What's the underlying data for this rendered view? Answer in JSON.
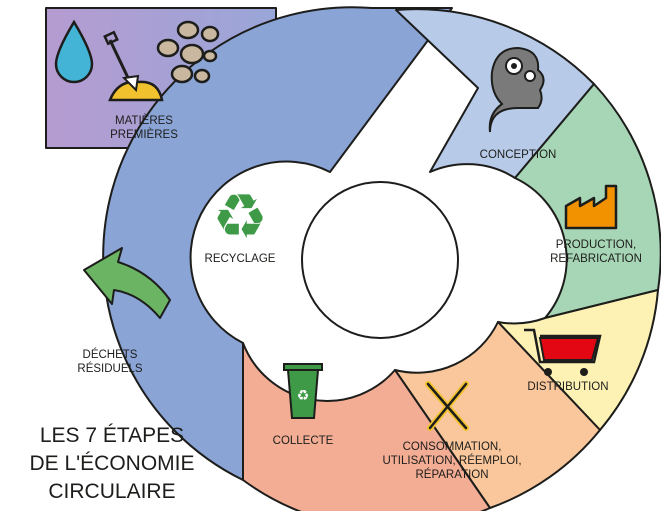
{
  "raw_materials": {
    "line1": "MATIÈRES",
    "line2": "PREMIÈRES"
  },
  "stages": {
    "conception": "CONCEPTION",
    "production": {
      "line1": "PRODUCTION,",
      "line2": "REFABRICATION"
    },
    "distribution": "DISTRIBUTION",
    "consommation": {
      "line1": "CONSOMMATION,",
      "line2": "UTILISATION, RÉEMPLOI,",
      "line3": "RÉPARATION"
    },
    "collecte": "COLLECTE",
    "recyclage": "RECYCLAGE"
  },
  "waste": {
    "line1": "DÉCHETS",
    "line2": "RÉSIDUELS"
  },
  "title": {
    "line1": "LES 7 ÉTAPES",
    "line2": "DE L'ÉCONOMIE",
    "line3": "CIRCULAIRE"
  },
  "colors": {
    "raw_materials": "#b59bd0",
    "conception": "#b7cbe9",
    "production": "#a7d6b6",
    "distribution": "#fdf2b4",
    "consommation": "#f9c79b",
    "collecte": "#f3ad94",
    "recyclage": "#8aa4d6",
    "recycle_icon": "#3f9a47",
    "waste_arrow": "#6bb463"
  },
  "icons": [
    "water-drop-icon",
    "pebbles-icon",
    "shovel-pile-icon",
    "head-gears-icon",
    "factory-icon",
    "cart-icon",
    "tools-icon",
    "trash-bin-icon",
    "recycle-icon",
    "waste-arrow-icon"
  ]
}
